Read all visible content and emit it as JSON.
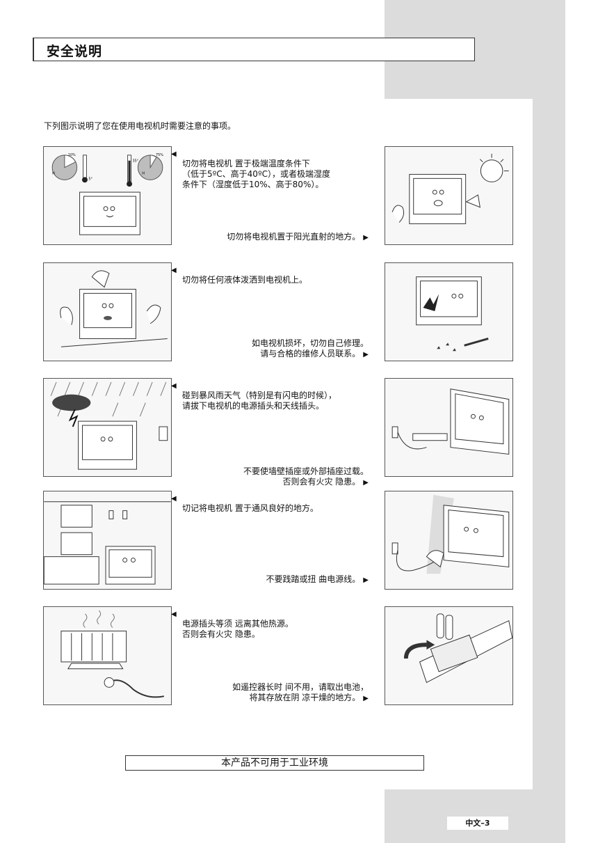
{
  "header": {
    "title": "安全说明"
  },
  "intro": "下列图示说明了您在使用电视机时需要注意的事项。",
  "items": [
    {
      "left": "切勿将电视机 置于极端温度条件下\n（低于5ºC、高于40ºC），或者极端湿度\n条件下（湿度低于10%、高于80%）。",
      "right": "切勿将电视机置于阳光直射的地方。",
      "thermo": {
        "h1": "10%",
        "l1": "5°",
        "h2": "35°",
        "l2": "75%"
      }
    },
    {
      "left": "切勿将任何液体泼洒到电视机上。",
      "right": "如电视机损坏，切勿自己修理。\n请与合格的维修人员联系。"
    },
    {
      "left": "碰到暴风雨天气（特别是有闪电的时候），\n请拔下电视机的电源插头和天线插头。",
      "right": "不要使墙壁插座或外部插座过载。\n否则会有火灾 隐患。"
    },
    {
      "left": "切记将电视机 置于通风良好的地方。",
      "right": "不要践踏或扭 曲电源线。"
    },
    {
      "left": "电源插头等须 远离其他热源。\n否则会有火灾 隐患。",
      "right": "如遥控器长时 间不用，请取出电池，\n将其存放在阴 凉干燥的地方。"
    }
  ],
  "arrows": {
    "left": "◀",
    "right": "▶"
  },
  "footer": {
    "notice": "本产品不可用于工业环境",
    "page": "中文–3"
  }
}
